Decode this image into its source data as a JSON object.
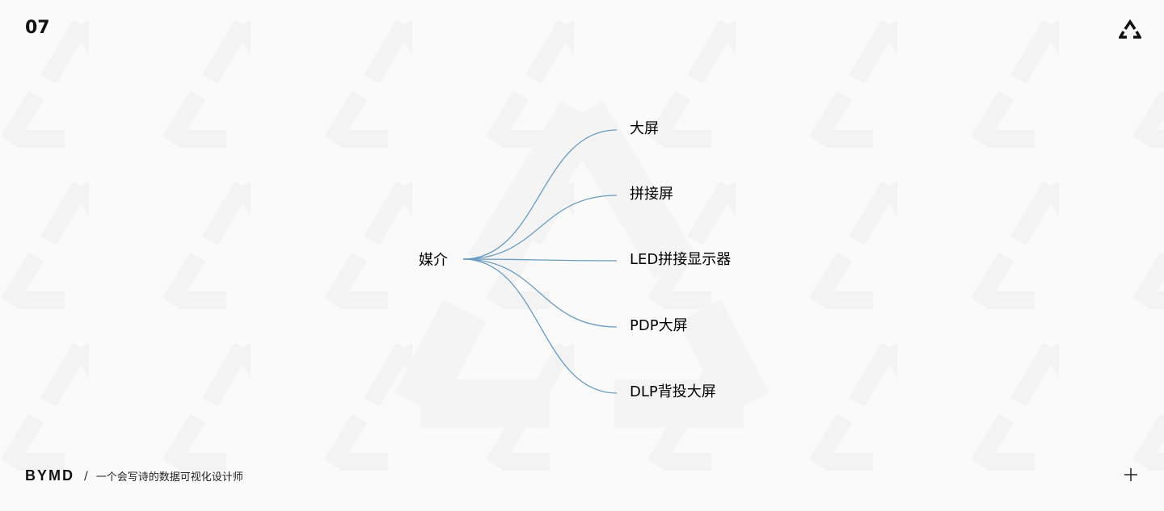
{
  "page_number": "07",
  "mindmap": {
    "root": "媒介",
    "children": [
      "大屏",
      "拼接屏",
      "LED拼接显示器",
      "PDP大屏",
      "DLP背投大屏"
    ],
    "line_color": "#6a9cc0"
  },
  "footer": {
    "brand": "BYMD",
    "separator": "/",
    "slogan": "一个会写诗的数据可视化设计师"
  },
  "icons": {
    "logo": "triangle-logo-icon",
    "plus": "plus-icon"
  }
}
